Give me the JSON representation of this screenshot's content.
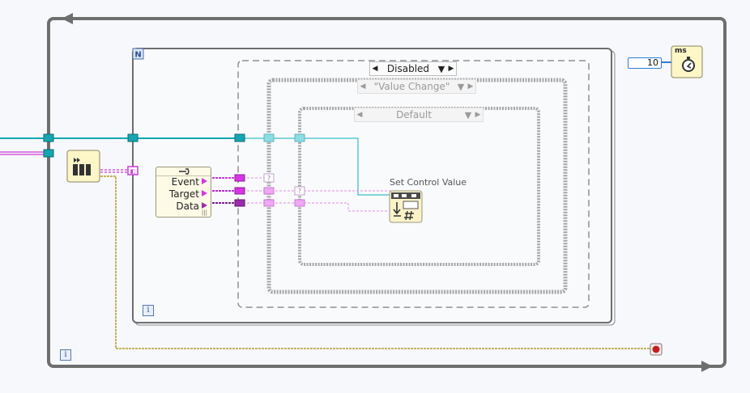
{
  "diagram": {
    "for_loop_count_terminal": "N",
    "case_selector_outer": {
      "value": "Disabled",
      "left_arrow": "◀",
      "right_arrow": "▶",
      "dropdown": "▼"
    },
    "case_selector_middle": {
      "value": "\"Value Change\"",
      "left_arrow": "◀",
      "right_arrow": "▶",
      "dropdown": "▼"
    },
    "case_selector_inner": {
      "value": "Default",
      "left_arrow": "◀",
      "right_arrow": "▶",
      "dropdown": "▼"
    },
    "unbundle_node": {
      "rows": [
        "Event",
        "Target",
        "Data"
      ]
    },
    "subvi_label": "Set Control Value",
    "wait_constant": "10",
    "wait_unit": "ms",
    "info_icon_text": "i",
    "tunnel_mark": "?",
    "shift_register_mark": "◧"
  }
}
